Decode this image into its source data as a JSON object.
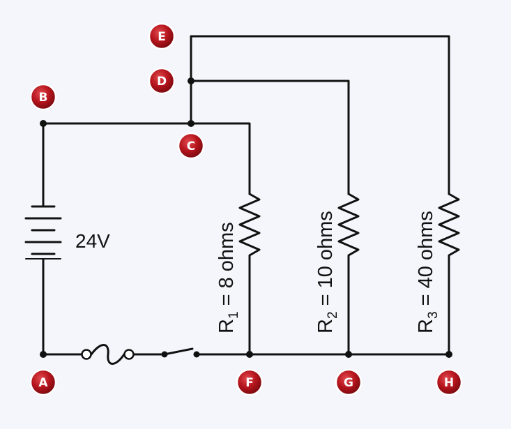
{
  "battery": {
    "voltage_label": "24V"
  },
  "resistors": [
    {
      "name_main": "R",
      "name_sub": "1",
      "value_label": " = 8 ohms"
    },
    {
      "name_main": "R",
      "name_sub": "2",
      "value_label": " = 10 ohms"
    },
    {
      "name_main": "R",
      "name_sub": "3",
      "value_label": " = 40 ohms"
    }
  ],
  "nodes": [
    "A",
    "B",
    "C",
    "D",
    "E",
    "F",
    "G",
    "H"
  ],
  "colors": {
    "node_fill": "#b5141c",
    "node_outline": "#ffffff",
    "wire": "#111111",
    "background": "#f5f6fb"
  }
}
